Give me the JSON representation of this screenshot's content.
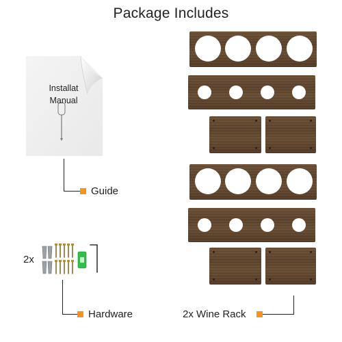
{
  "title": "Package Includes",
  "manual": {
    "line1": "Installat",
    "line2": "Manual"
  },
  "labels": {
    "guide": "Guide",
    "hardware": "Hardware",
    "wine_rack": "2x Wine Rack",
    "hardware_qty": "2x"
  },
  "colors": {
    "accent": "#f7941d",
    "wood": "#5e452e",
    "text": "#222222"
  }
}
